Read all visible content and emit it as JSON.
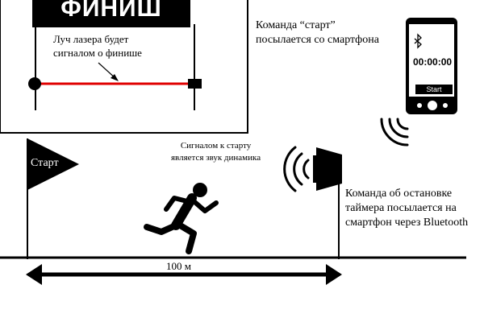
{
  "finish_box": {
    "title": "ФИНИШ",
    "laser_note_line1": "Луч лазера будет",
    "laser_note_line2": "сигналом о финише"
  },
  "phone": {
    "bluetooth_icon": "bluetooth-icon",
    "timer": "00:00:00",
    "start_button": "Start"
  },
  "start_command": {
    "line1": "Команда “старт”",
    "line2": "посылается со смартфона"
  },
  "start_flag": {
    "label": "Старт"
  },
  "speaker_signal": {
    "line1": "Сигналом к старту",
    "line2": "является звук динамика"
  },
  "stop_command": {
    "line1": "Команда об остановке",
    "line2": "таймера посылается на",
    "line3": "смартфон через Bluetooth"
  },
  "distance": {
    "label": "100 м"
  },
  "colors": {
    "laser": "#e00000",
    "ink": "#000000",
    "background": "#ffffff"
  }
}
